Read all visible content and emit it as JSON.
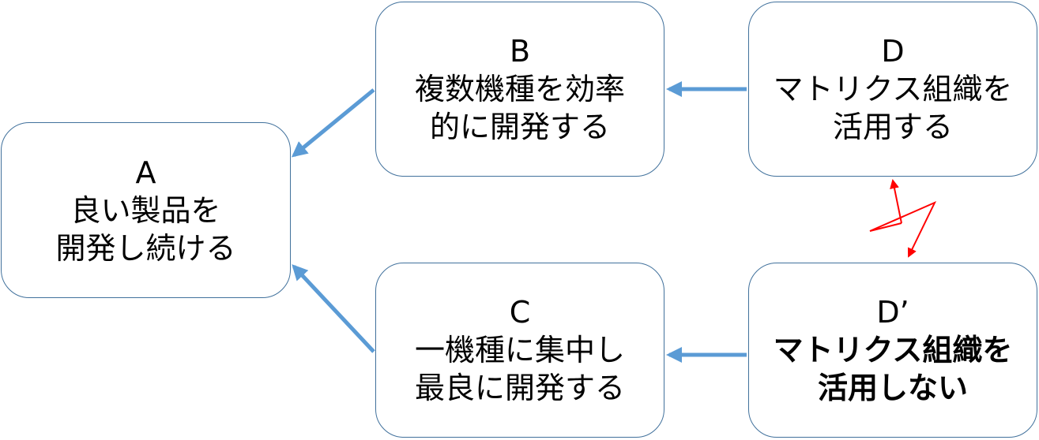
{
  "colors": {
    "node_border": "#41719c",
    "arrow_blue": "#5b9bd5",
    "conflict_red": "#ff0000"
  },
  "nodes": {
    "a": {
      "letter": "A",
      "text": "良い製品を\n開発し続ける"
    },
    "b": {
      "letter": "B",
      "text": "複数機種を効率\n的に開発する"
    },
    "c": {
      "letter": "C",
      "text": "一機種に集中し\n最良に開発する"
    },
    "d": {
      "letter": "D",
      "text": "マトリクス組織を\n活用する"
    },
    "d_prime": {
      "letter": "D’",
      "text": "マトリクス組織を\n活用しない"
    }
  },
  "edges": [
    {
      "from": "b",
      "to": "a",
      "type": "requires"
    },
    {
      "from": "c",
      "to": "a",
      "type": "requires"
    },
    {
      "from": "d",
      "to": "b",
      "type": "requires"
    },
    {
      "from": "d_prime",
      "to": "c",
      "type": "requires"
    },
    {
      "from": "d",
      "to": "d_prime",
      "type": "conflict"
    }
  ]
}
